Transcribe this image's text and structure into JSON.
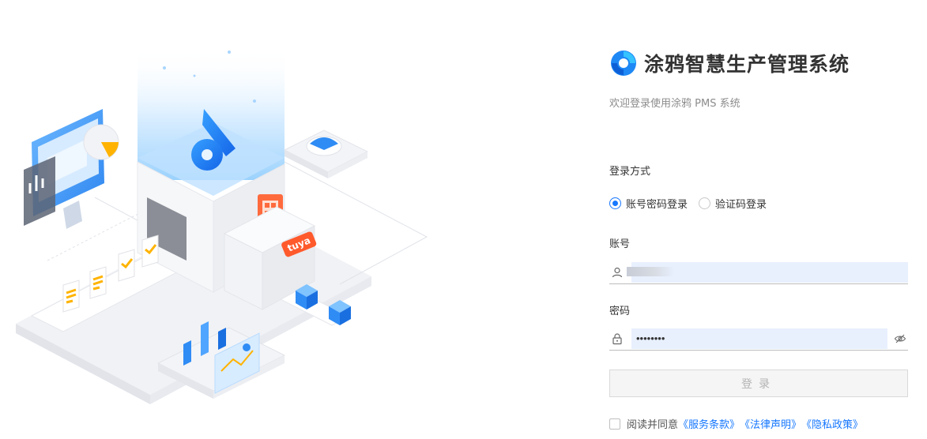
{
  "brand": {
    "logo_icon": "tuya-gear-logo-icon",
    "title": "涂鸦智慧生产管理系统",
    "welcome": "欢迎登录使用涂鸦 PMS 系统",
    "accent_color": "#1677ff"
  },
  "illustration": {
    "badge_text": "tuya"
  },
  "login": {
    "method_label": "登录方式",
    "methods": [
      {
        "label": "账号密码登录",
        "selected": true
      },
      {
        "label": "验证码登录",
        "selected": false
      }
    ],
    "account_label": "账号",
    "account_value": "",
    "password_label": "密码",
    "password_value": "••••••••",
    "submit_label": "登录",
    "agreement_prefix": "阅读并同意",
    "links": [
      "《服务条款》",
      "《法律声明》",
      "《隐私政策》"
    ]
  }
}
